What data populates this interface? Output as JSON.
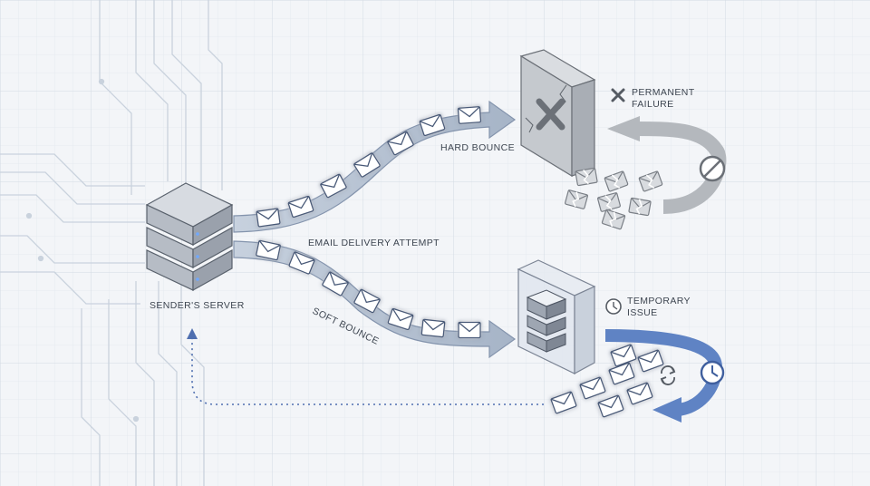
{
  "labels": {
    "sender": "SENDER'S SERVER",
    "delivery": "EMAIL DELIVERY ATTEMPT",
    "hard_bounce": "HARD BOUNCE",
    "soft_bounce": "SOFT BOUNCE",
    "permanent_1": "PERMANENT",
    "permanent_2": "FAILURE",
    "temporary_1": "TEMPORARY",
    "temporary_2": "ISSUE"
  },
  "colors": {
    "background": "#f3f5f8",
    "grid": "#dde3ea",
    "arrow_fill": "#a9b8cc",
    "arrow_stroke": "#8494ad",
    "envelope_glow": "#6f8fd6",
    "hard_bounce_gray": "#b4b8bd",
    "soft_bounce_blue": "#5f83c4",
    "text": "#3d4550"
  },
  "icons": {
    "sender": "server-stack-icon",
    "hard_target": "blocked-wall-icon",
    "soft_target": "server-cabinet-icon",
    "permanent": "x-mark-icon",
    "blocked": "no-entry-icon",
    "temporary": "clock-icon",
    "retry": "refresh-icon",
    "mail": "envelope-icon",
    "broken_mail": "broken-envelope-icon"
  }
}
